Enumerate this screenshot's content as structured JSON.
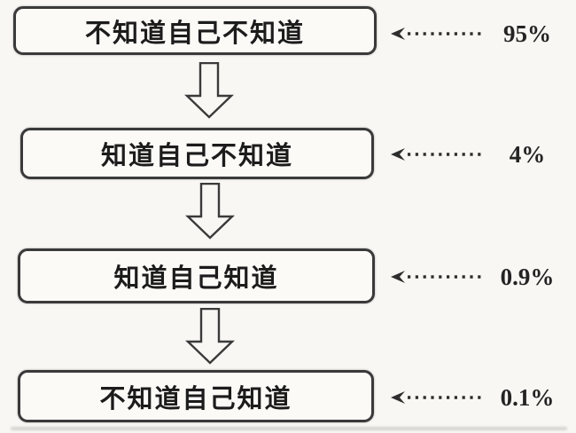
{
  "diagram": {
    "type": "flowchart",
    "rows": [
      {
        "label": "不知道自己不知道",
        "value": "95%"
      },
      {
        "label": "知道自己不知道",
        "value": "4%"
      },
      {
        "label": "知道自己知道",
        "value": "0.9%"
      },
      {
        "label": "不知道自己知道",
        "value": "0.1%"
      }
    ]
  },
  "colors": {
    "background": "#f8f7f4",
    "box_fill": "#fbfaf7",
    "line_ink": "#3a3a3a",
    "text_ink": "#1c1c1c"
  }
}
